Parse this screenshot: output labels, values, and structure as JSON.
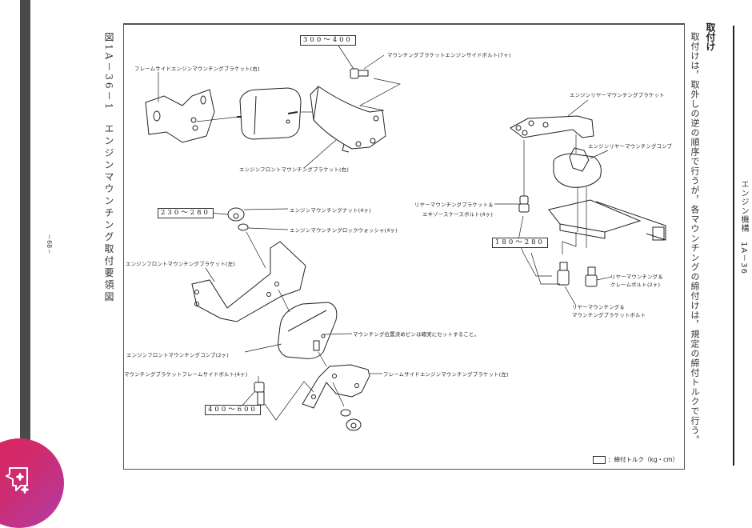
{
  "figure": {
    "caption": "図1A－36－1　エンジンマウンチング取付要領図",
    "page_number": "－68－"
  },
  "section": {
    "header": "エンジン機構　1A－36",
    "title": "取付け",
    "body": "取付けは，取外しの逆の順序で行うが，各マウンチングの締付けは，規定の締付トルクで行う。"
  },
  "labels": {
    "frame_side_bracket_right": "フレームサイドエンジンマウンチングブラケット(右)",
    "bracket_engine_side_bolt": "マウンチングブラケットエンジンサイドボルト(7ヶ)",
    "engine_front_bracket_right": "エンジンフロントマウンチングブラケット(右)",
    "engine_rear_bracket": "エンジンリヤーマウンチングブラケット",
    "engine_rear_comp": "エンジンリヤーマウンチングコンブ",
    "engine_mounting_nut": "エンジンマウンチングナット(4ヶ)",
    "engine_lock_washer": "エンジンマウンチングロックウォッシャ(4ヶ)",
    "rear_bracket_exhaust_bolt_1": "リヤーマウンチングブラケット＆",
    "rear_bracket_exhaust_bolt_2": "エキゾースケースボルト(4ヶ)",
    "engine_front_bracket_left": "エンジンフロントマウンチングブラケット(左)",
    "rear_frame_bolt_1": "リヤーマウンチング＆",
    "rear_frame_bolt_2": "クレームボルト(2ヶ)",
    "rear_mounting_bracket_bolt_1": "リヤーマウンチング＆",
    "rear_mounting_bracket_bolt_2": "マウンチングブラケットボルト",
    "positioning_pin_note": "マウンチング位置決めピンは確実にセットすること。",
    "engine_front_comp": "エンジンフロントマウンチングコンブ(2ヶ)",
    "bracket_frame_side_bolt": "マウンチングブラケットフレームサイドボルト(4ヶ)",
    "frame_side_bracket_left": "フレームサイドエンジンマウンチングブラケット(左)"
  },
  "torque_values": {
    "engine_side_bolt": "300～400",
    "nut": "230～280",
    "rear_bolts": "180～280",
    "frame_side_bolt": "400～600"
  },
  "legend": {
    "text": "：締付トルク（kg・cm）"
  },
  "fab": {
    "icon": "sparkle-chat-icon"
  }
}
